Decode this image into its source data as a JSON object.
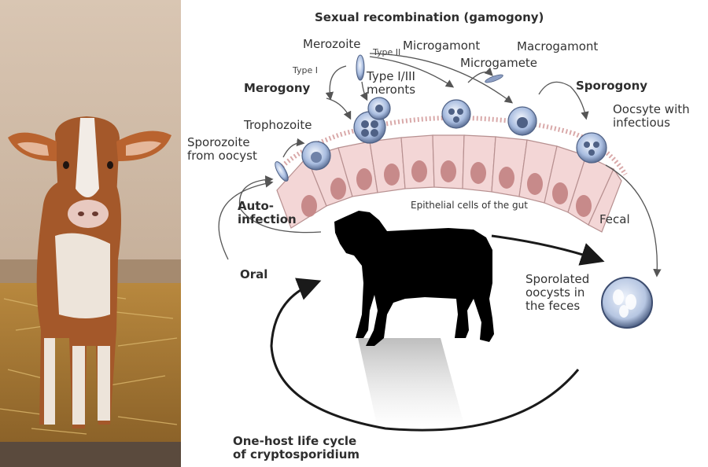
{
  "labels": {
    "title": "Sexual recombination (gamogony)",
    "merozoite": "Merozoite",
    "type_two": "Type II",
    "type_one": "Type I",
    "microgamont": "Microgamont",
    "macrogamont": "Macrogamont",
    "microgamete": "Microgamete",
    "type_meronts": "Type I/III\nmeronts",
    "merogony": "Merogony",
    "sporogony": "Sporogony",
    "trophozoite": "Trophozoite",
    "oocyste_infectious": "Oocsyte with\ninfectious",
    "sporozoite": "Sporozoite\nfrom oocyst",
    "auto_infection": "Auto-\ninfection",
    "epithelial": "Epithelial cells of the gut",
    "fecal": "Fecal",
    "oral": "Oral",
    "sporolated": "Sporolated\noocysts in\nthe feces",
    "one_host": "One-host life cycle\nof cryptosporidium"
  },
  "colors": {
    "cell_fill": "#f3d6d6",
    "nucleus": "#c78a8a",
    "parasite": "#9fb4d9",
    "arrow": "#555555",
    "silhouette": "#000000"
  }
}
